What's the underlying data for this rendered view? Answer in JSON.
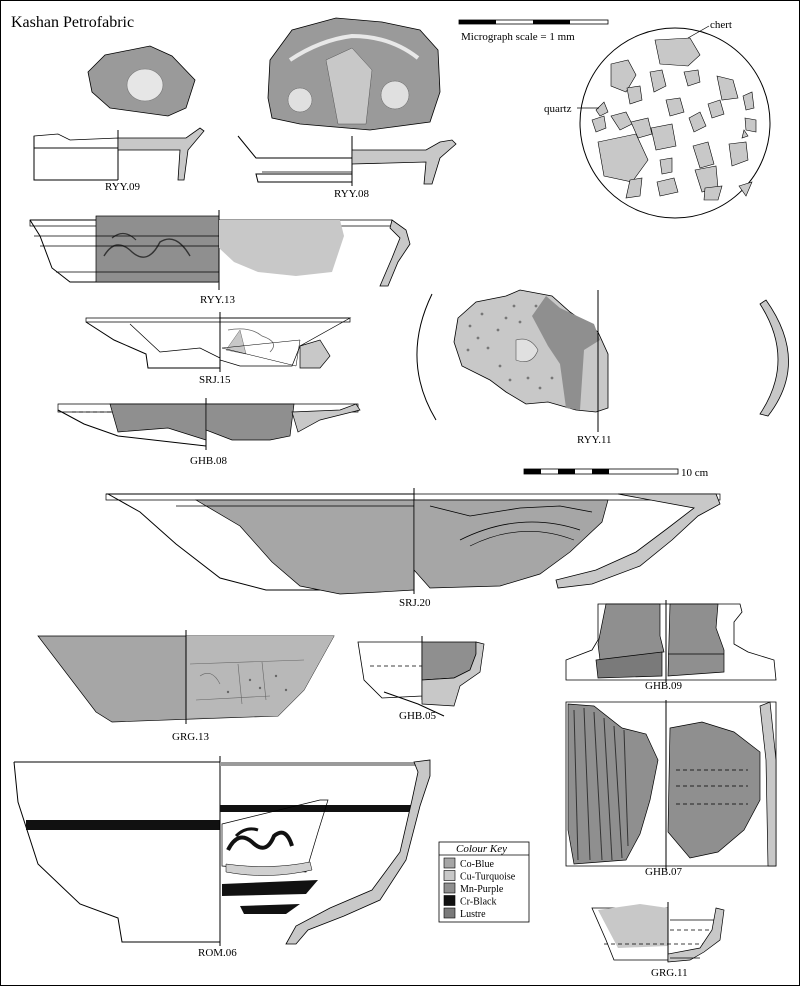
{
  "title": "Kashan Petrofabric",
  "micrograph": {
    "scale_label": "Micrograph scale = 1 mm",
    "callouts": [
      "chert",
      "quartz"
    ]
  },
  "scale_bar": {
    "label": "10 cm"
  },
  "sherds": [
    "RYY.09",
    "RYY.08",
    "RYY.13",
    "SRJ.15",
    "GHB.08",
    "RYY.11",
    "SRJ.20",
    "GRG.13",
    "GHB.05",
    "GHB.09",
    "GHB.07",
    "ROM.06",
    "GRG.11"
  ],
  "colour_key": {
    "title": "Colour Key",
    "entries": [
      {
        "label": "Co-Blue",
        "color": "#a6a6a6"
      },
      {
        "label": "Cu-Turquoise",
        "color": "#c8c8c8"
      },
      {
        "label": "Mn-Purple",
        "color": "#8f8f8f"
      },
      {
        "label": "Cr-Black",
        "color": "#111111"
      },
      {
        "label": "Lustre",
        "color": "#7a7a7a"
      }
    ]
  }
}
